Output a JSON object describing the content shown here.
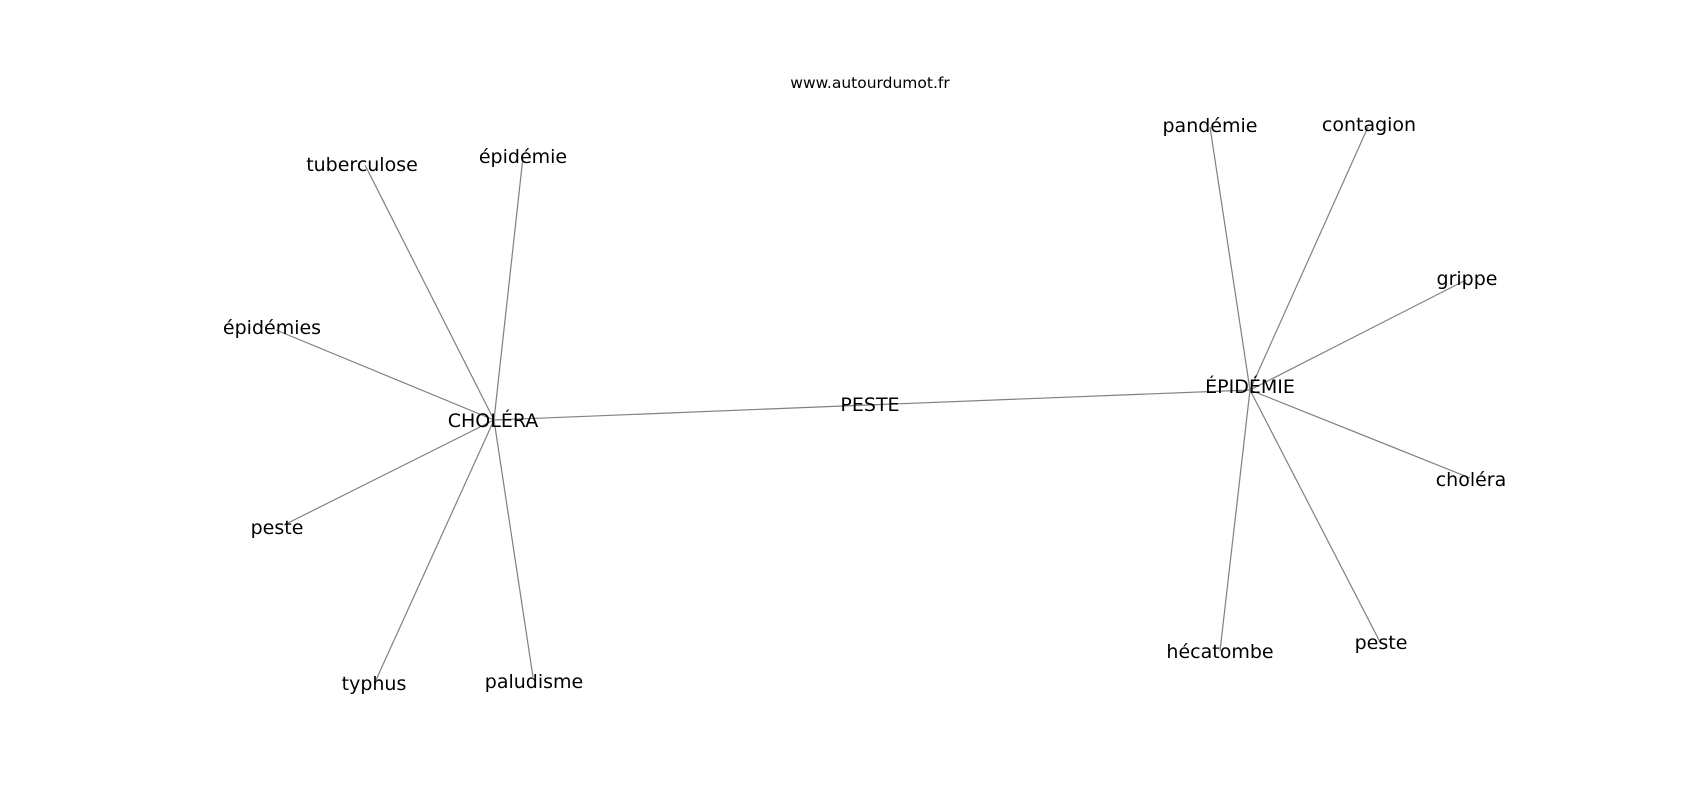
{
  "site": "www.autourdumot.fr",
  "graph": {
    "center": "PESTE",
    "hubs": [
      {
        "label": "CHOLÉRA",
        "neighbors": [
          "tuberculose",
          "épidémie",
          "épidémies",
          "peste",
          "typhus",
          "paludisme"
        ]
      },
      {
        "label": "ÉPIDÉMIE",
        "neighbors": [
          "pandémie",
          "contagion",
          "grippe",
          "choléra",
          "hécatombe",
          "peste"
        ]
      }
    ]
  },
  "colors": {
    "edge": "#808080",
    "text": "#000000",
    "background": "#ffffff"
  }
}
